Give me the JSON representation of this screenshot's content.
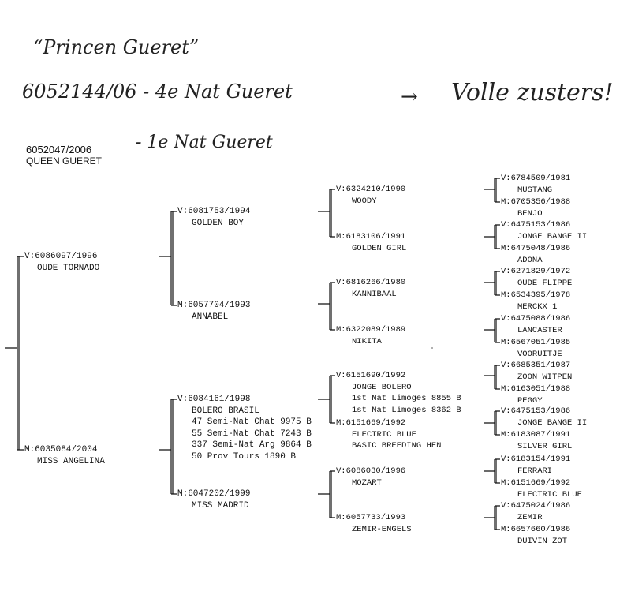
{
  "annotations": {
    "nickname": "“Princen Gueret”",
    "sister_line": "6052144/06 - 4e Nat Gueret",
    "arrow": "→",
    "full_sisters": "Volle zusters!",
    "winner_note": "- 1e Nat Gueret"
  },
  "root": {
    "ring": "6052047/2006",
    "name": "QUEEN GUERET"
  },
  "parents": {
    "sire": {
      "ring": "V:6086097/1996",
      "lines": [
        "OUDE TORNADO"
      ]
    },
    "dam": {
      "ring": "M:6035084/2004",
      "lines": [
        "MISS ANGELINA"
      ]
    }
  },
  "grandparents": {
    "gs1": {
      "ring": "V:6081753/1994",
      "lines": [
        "GOLDEN BOY"
      ]
    },
    "gd1": {
      "ring": "M:6057704/1993",
      "lines": [
        "ANNABEL"
      ]
    },
    "gs2": {
      "ring": "V:6084161/1998",
      "lines": [
        "BOLERO BRASIL",
        "47 Semi-Nat Chat 9975 B",
        "55 Semi-Nat Chat 7243 B",
        "337 Semi-Nat Arg 9864 B",
        "50 Prov Tours 1890 B"
      ]
    },
    "gd2": {
      "ring": "M:6047202/1999",
      "lines": [
        "MISS MADRID"
      ]
    }
  },
  "great_grandparents": [
    {
      "ring": "V:6324210/1990",
      "lines": [
        "WOODY"
      ]
    },
    {
      "ring": "M:6183106/1991",
      "lines": [
        "GOLDEN GIRL"
      ]
    },
    {
      "ring": "V:6816266/1980",
      "lines": [
        "KANNIBAAL"
      ]
    },
    {
      "ring": "M:6322089/1989",
      "lines": [
        "NIKITA"
      ]
    },
    {
      "ring": "V:6151690/1992",
      "lines": [
        "JONGE BOLERO",
        "1st Nat Limoges 8855 B",
        "1st Nat Limoges 8362 B"
      ]
    },
    {
      "ring": "M:6151669/1992",
      "lines": [
        "ELECTRIC BLUE",
        "BASIC BREEDING HEN"
      ]
    },
    {
      "ring": "V:6086030/1996",
      "lines": [
        "MOZART"
      ]
    },
    {
      "ring": "M:6057733/1993",
      "lines": [
        "ZEMIR-ENGELS"
      ]
    }
  ],
  "gg_grandparents": [
    {
      "ring": "V:6784509/1981",
      "name": "MUSTANG"
    },
    {
      "ring": "M:6705356/1988",
      "name": "BENJO"
    },
    {
      "ring": "V:6475153/1986",
      "name": "JONGE BANGE II"
    },
    {
      "ring": "M:6475048/1986",
      "name": "ADONA"
    },
    {
      "ring": "V:6271829/1972",
      "name": "OUDE FLIPPE"
    },
    {
      "ring": "M:6534395/1978",
      "name": "MERCKX 1"
    },
    {
      "ring": "V:6475088/1986",
      "name": "LANCASTER"
    },
    {
      "ring": "M:6567051/1985",
      "name": "VOORUITJE"
    },
    {
      "ring": "V:6685351/1987",
      "name": "ZOON WITPEN"
    },
    {
      "ring": "M:6163051/1988",
      "name": "PEGGY"
    },
    {
      "ring": "V:6475153/1986",
      "name": "JONGE BANGE II"
    },
    {
      "ring": "M:6183087/1991",
      "name": "SILVER GIRL"
    },
    {
      "ring": "V:6183154/1991",
      "name": "FERRARI"
    },
    {
      "ring": "M:6151669/1992",
      "name": "ELECTRIC BLUE"
    },
    {
      "ring": "V:6475024/1986",
      "name": "ZEMIR"
    },
    {
      "ring": "M:6657660/1986",
      "name": "DUIVIN ZOT"
    }
  ]
}
